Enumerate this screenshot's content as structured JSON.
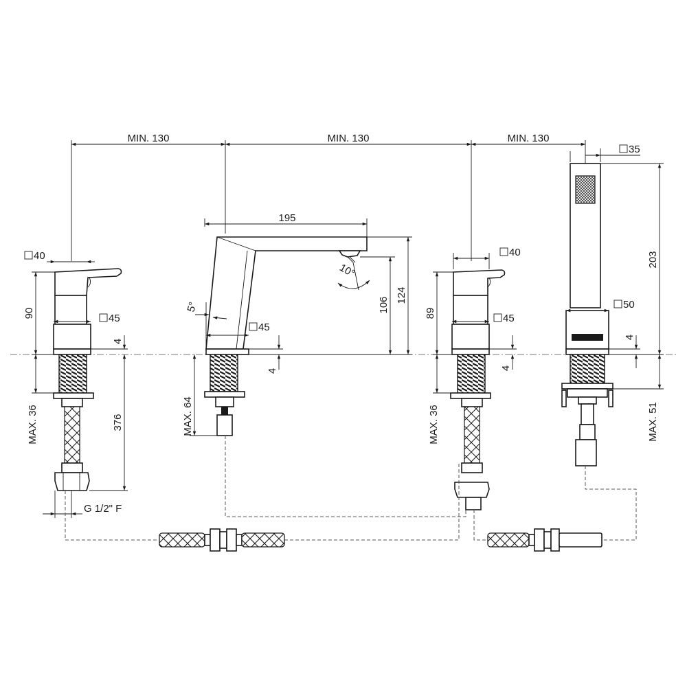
{
  "dimensions": {
    "spacing_1": "MIN. 130",
    "spacing_2": "MIN. 130",
    "spacing_3": "MIN. 130",
    "spout_length": "195",
    "left_handle_square": "40",
    "left_handle_height": "90",
    "left_base_square": "45",
    "left_base_height": "4",
    "left_max_thickness": "MAX. 36",
    "left_hose_length": "376",
    "thread": "G 1/2\" F",
    "spout_angle": "5°",
    "aerator_angle": "10°",
    "spout_outlet_height": "106",
    "spout_height": "124",
    "spout_base_square": "45",
    "spout_base_height": "4",
    "spout_max_thickness": "MAX. 64",
    "right_handle_square": "40",
    "right_handle_height": "89",
    "right_base_square": "45",
    "right_base_height": "4",
    "right_max_thickness": "MAX. 36",
    "shower_square": "35",
    "shower_length": "203",
    "shower_holder_square": "50",
    "shower_base_height": "4",
    "shower_max_thickness": "MAX. 51"
  }
}
